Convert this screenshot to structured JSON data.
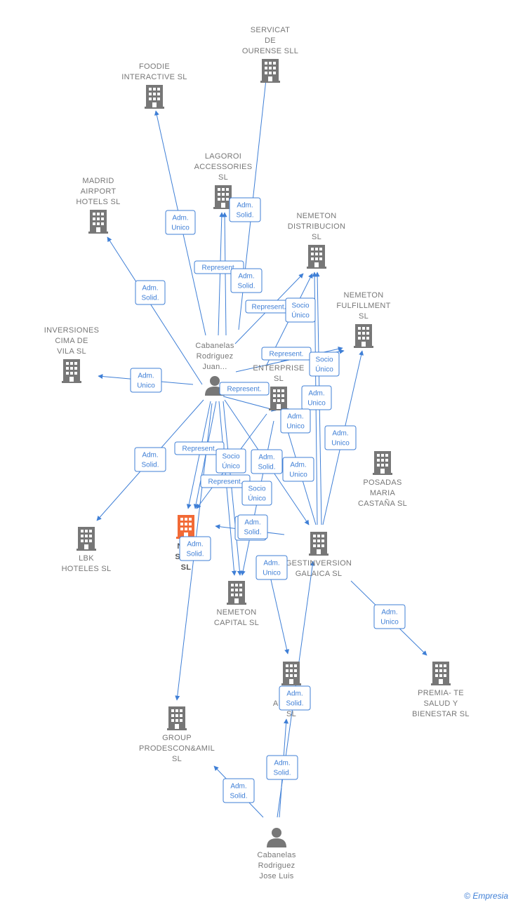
{
  "colors": {
    "edge": "#3f7fd6",
    "building": "#777777",
    "highlight": "#f26a36",
    "person": "#777777"
  },
  "nodes": [
    {
      "id": "servicat",
      "type": "company",
      "label": [
        "SERVICAT",
        "DE",
        "OURENSE SLL"
      ]
    },
    {
      "id": "foodie",
      "type": "company",
      "label": [
        "FOODIE",
        "INTERACTIVE SL"
      ]
    },
    {
      "id": "lagoroi",
      "type": "company",
      "label": [
        "LAGOROI",
        "ACCESSORIES",
        "SL"
      ]
    },
    {
      "id": "madrid",
      "type": "company",
      "label": [
        "MADRID",
        "AIRPORT",
        "HOTELS SL"
      ]
    },
    {
      "id": "distribucion",
      "type": "company",
      "label": [
        "NEMETON",
        "DISTRIBUCION",
        "SL"
      ]
    },
    {
      "id": "fulfillment",
      "type": "company",
      "label": [
        "NEMETON",
        "FULFILLMENT",
        "SL"
      ]
    },
    {
      "id": "inversiones",
      "type": "company",
      "label": [
        "INVERSIONES",
        "CIMA DE",
        "VILA SL"
      ]
    },
    {
      "id": "enterprise",
      "type": "company",
      "label": [
        "N",
        "ENTERPRISE",
        "SL"
      ]
    },
    {
      "id": "juan",
      "type": "person",
      "label": [
        "Cabanelas",
        "Rodriguez",
        "Juan..."
      ]
    },
    {
      "id": "posadas",
      "type": "company",
      "label": [
        "POSADAS",
        "MARIA",
        "CASTAÑA SL"
      ]
    },
    {
      "id": "lbk",
      "type": "company",
      "label": [
        "LBK",
        "HOTELES SL"
      ]
    },
    {
      "id": "supply",
      "type": "company",
      "main": true,
      "label": [
        "NEM",
        "SUPP",
        "SL"
      ]
    },
    {
      "id": "gestinversion",
      "type": "company",
      "label": [
        "GESTINVERSION",
        "GALAICA SL"
      ]
    },
    {
      "id": "capital",
      "type": "company",
      "label": [
        "NEMETON",
        "CAPITAL SL"
      ]
    },
    {
      "id": "arqu",
      "type": "company",
      "label": [
        "SE",
        "ARQU RA",
        "SL"
      ]
    },
    {
      "id": "premia",
      "type": "company",
      "label": [
        "PREMIA- TE",
        "SALUD Y",
        "BIENESTAR SL"
      ]
    },
    {
      "id": "group",
      "type": "company",
      "label": [
        "GROUP",
        "PRODESCON&AMIL",
        "SL"
      ]
    },
    {
      "id": "jose",
      "type": "person",
      "label": [
        "Cabanelas",
        "Rodriguez",
        "Jose Luis"
      ]
    }
  ],
  "edges": [
    {
      "from": "juan",
      "to": "servicat"
    },
    {
      "from": "juan",
      "to": "foodie"
    },
    {
      "from": "juan",
      "to": "lagoroi"
    },
    {
      "from": "juan",
      "to": "lagoroi"
    },
    {
      "from": "juan",
      "to": "madrid"
    },
    {
      "from": "juan",
      "to": "distribucion"
    },
    {
      "from": "juan",
      "to": "fulfillment"
    },
    {
      "from": "juan",
      "to": "inversiones"
    },
    {
      "from": "juan",
      "to": "enterprise"
    },
    {
      "from": "juan",
      "to": "lbk"
    },
    {
      "from": "juan",
      "to": "supply"
    },
    {
      "from": "juan",
      "to": "supply"
    },
    {
      "from": "juan",
      "to": "capital"
    },
    {
      "from": "juan",
      "to": "capital"
    },
    {
      "from": "juan",
      "to": "gestinversion"
    },
    {
      "from": "juan",
      "to": "group"
    },
    {
      "from": "enterprise",
      "to": "supply"
    },
    {
      "from": "enterprise",
      "to": "capital"
    },
    {
      "from": "enterprise",
      "to": "distribucion"
    },
    {
      "from": "enterprise",
      "to": "fulfillment"
    },
    {
      "from": "gestinversion",
      "to": "supply"
    },
    {
      "from": "gestinversion",
      "to": "distribucion"
    },
    {
      "from": "gestinversion",
      "to": "distribucion"
    },
    {
      "from": "gestinversion",
      "to": "fulfillment"
    },
    {
      "from": "gestinversion",
      "to": "enterprise"
    },
    {
      "from": "gestinversion",
      "to": "arqu"
    },
    {
      "from": "gestinversion",
      "to": "premia"
    },
    {
      "from": "jose",
      "to": "gestinversion"
    },
    {
      "from": "jose",
      "to": "arqu"
    },
    {
      "from": "jose",
      "to": "group"
    }
  ],
  "edge_labels": [
    {
      "lines": [
        "Adm.",
        "Solid."
      ]
    },
    {
      "lines": [
        "Adm.",
        "Unico"
      ]
    },
    {
      "lines": [
        "Represent."
      ]
    },
    {
      "lines": [
        "Adm.",
        "Solid."
      ]
    },
    {
      "lines": [
        "Adm.",
        "Solid."
      ]
    },
    {
      "lines": [
        "Represent."
      ]
    },
    {
      "lines": [
        "Socio",
        "Único"
      ]
    },
    {
      "lines": [
        "Adm.",
        "Unico"
      ]
    },
    {
      "lines": [
        "Represent."
      ]
    },
    {
      "lines": [
        "Socio",
        "Único"
      ]
    },
    {
      "lines": [
        "Represent."
      ]
    },
    {
      "lines": [
        "Adm.",
        "Unico"
      ]
    },
    {
      "lines": [
        "Adm.",
        "Unico"
      ]
    },
    {
      "lines": [
        "Adm.",
        "Unico"
      ]
    },
    {
      "lines": [
        "Adm.",
        "Solid."
      ]
    },
    {
      "lines": [
        "Represent."
      ]
    },
    {
      "lines": [
        "Socio",
        "Único"
      ]
    },
    {
      "lines": [
        "Adm.",
        "Solid."
      ]
    },
    {
      "lines": [
        "Adm.",
        "Unico"
      ]
    },
    {
      "lines": [
        "Represent."
      ]
    },
    {
      "lines": [
        "Socio",
        "Único"
      ]
    },
    {
      "lines": [
        "Adm.",
        "Unico"
      ]
    },
    {
      "lines": [
        "Adm.",
        "Unico"
      ]
    },
    {
      "lines": [
        "Adm.",
        "Solid."
      ]
    },
    {
      "lines": [
        "Adm.",
        "Unico"
      ]
    },
    {
      "lines": [
        "Adm.",
        "Solid."
      ]
    },
    {
      "lines": [
        "Adm.",
        "Solid."
      ]
    },
    {
      "lines": [
        "Adm.",
        "Solid."
      ]
    },
    {
      "lines": [
        "Adm.",
        "Solid."
      ]
    }
  ],
  "brand": {
    "copyright": "©",
    "name": "Empresia"
  }
}
